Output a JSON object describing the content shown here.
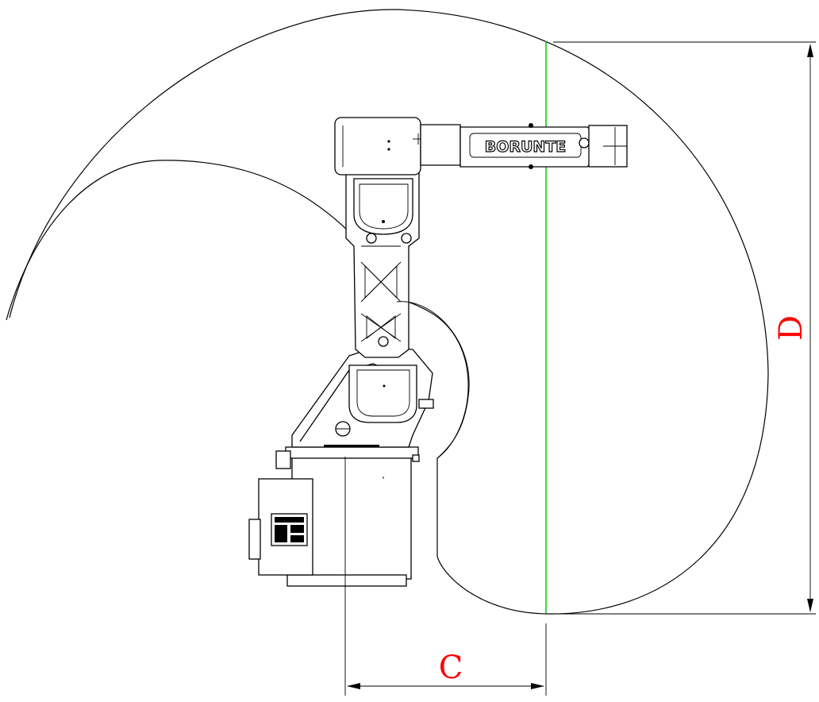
{
  "dimensions": {
    "reach_label": "C",
    "height_label": "D"
  },
  "robot": {
    "brand_text": "BORUNTE"
  },
  "colors": {
    "dimension_label": "#ff0000",
    "center_line": "#00cc00",
    "outline": "#000000"
  }
}
